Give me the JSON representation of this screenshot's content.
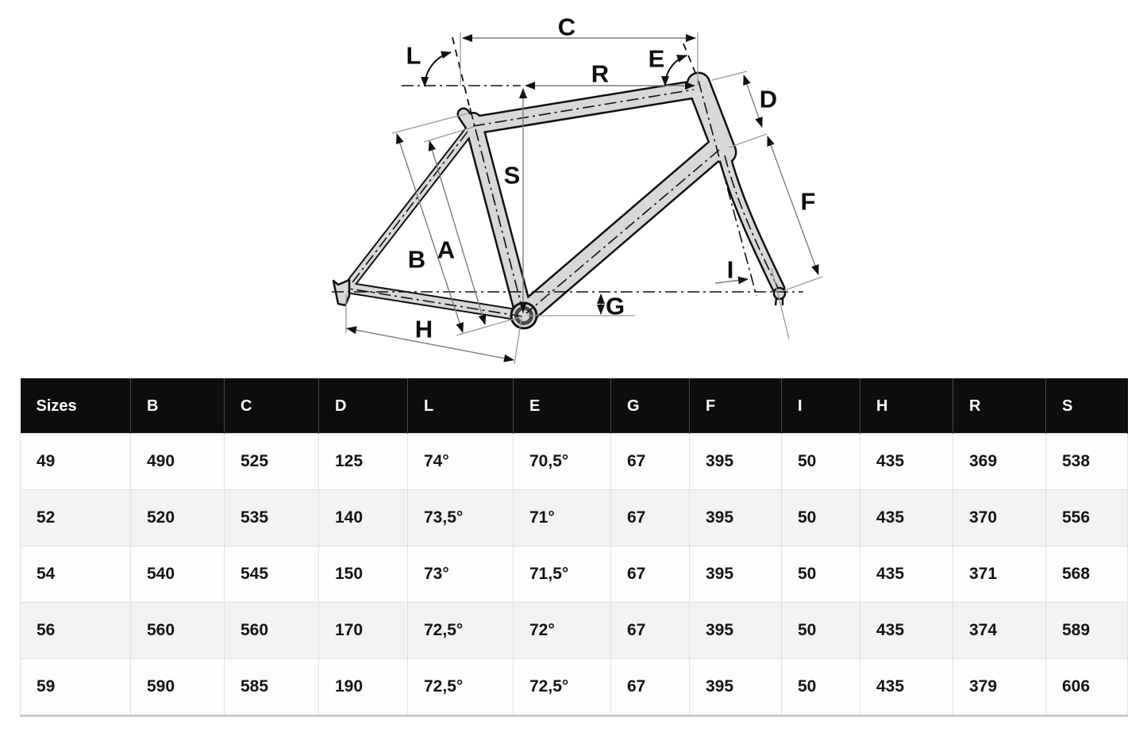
{
  "page": {
    "background": "#ffffff"
  },
  "diagram": {
    "name": "bicycle-frame-geometry-diagram",
    "labels": {
      "A": "A",
      "B": "B",
      "C": "C",
      "D": "D",
      "E": "E",
      "F": "F",
      "G": "G",
      "H": "H",
      "I": "I",
      "L": "L",
      "R": "R",
      "S": "S"
    },
    "colors": {
      "frame_fill": "#d8d8d8",
      "outline": "#111111",
      "dimension_line": "#8c8c8c"
    }
  },
  "table": {
    "columns": [
      "Sizes",
      "B",
      "C",
      "D",
      "L",
      "E",
      "G",
      "F",
      "I",
      "H",
      "R",
      "S"
    ],
    "rows": [
      [
        "49",
        "490",
        "525",
        "125",
        "74°",
        "70,5°",
        "67",
        "395",
        "50",
        "435",
        "369",
        "538"
      ],
      [
        "52",
        "520",
        "535",
        "140",
        "73,5°",
        "71°",
        "67",
        "395",
        "50",
        "435",
        "370",
        "556"
      ],
      [
        "54",
        "540",
        "545",
        "150",
        "73°",
        "71,5°",
        "67",
        "395",
        "50",
        "435",
        "371",
        "568"
      ],
      [
        "56",
        "560",
        "560",
        "170",
        "72,5°",
        "72°",
        "67",
        "395",
        "50",
        "435",
        "374",
        "589"
      ],
      [
        "59",
        "590",
        "585",
        "190",
        "72,5°",
        "72,5°",
        "67",
        "395",
        "50",
        "435",
        "379",
        "606"
      ]
    ],
    "colors": {
      "header_bg": "#0d0d0d",
      "header_text": "#ffffff",
      "row_alt_bg": "#f3f3f3",
      "border": "#e0e0e0"
    }
  }
}
